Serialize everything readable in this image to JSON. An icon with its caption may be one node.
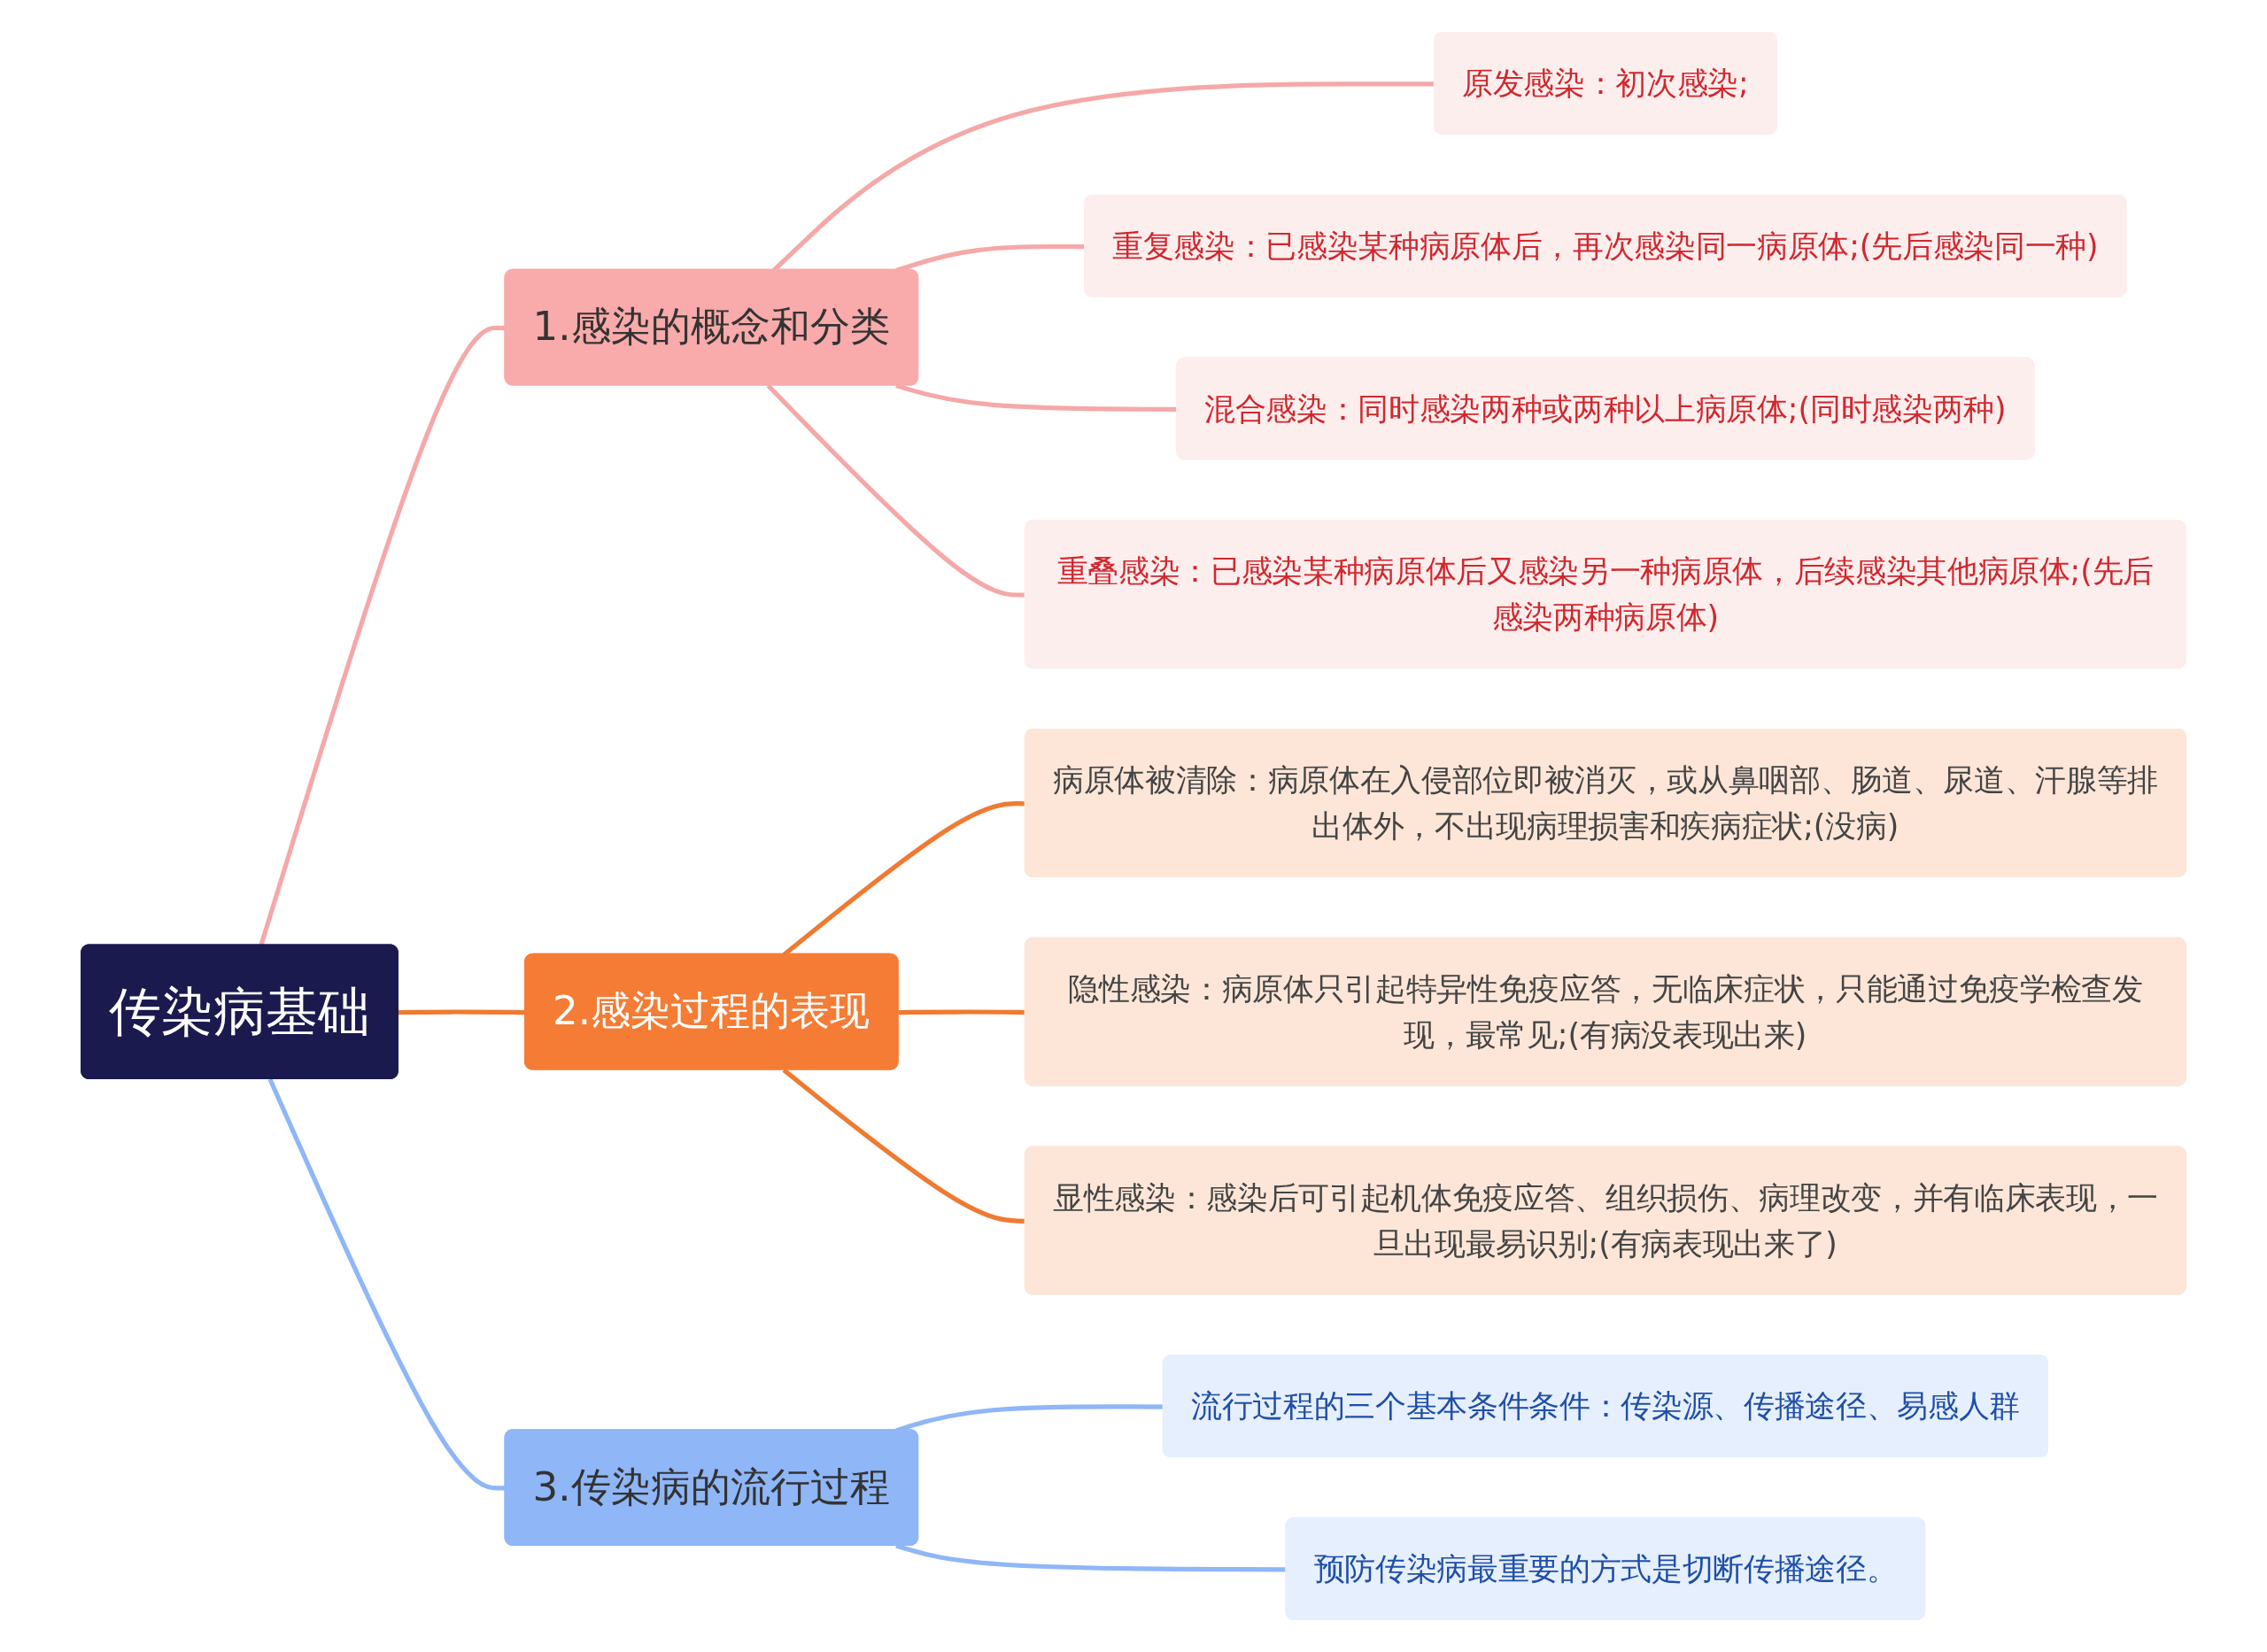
{
  "diagram": {
    "nodes": [
      {
        "text": [
          "传染病基础"
        ]
      },
      {
        "text": [
          "1.感染的概念和分类"
        ]
      },
      {
        "text": [
          "原发感染：初次感染;"
        ]
      },
      {
        "text": [
          "重复感染：已感染某种病原体后，再次感染同一病原体;(先后感染同一种)"
        ]
      },
      {
        "text": [
          "混合感染：同时感染两种或两种以上病原体;(同时感染两种)"
        ]
      },
      {
        "text": [
          "重叠感染：已感染某种病原体后又感染另一种病原体，后续感染其他病原体;(先后感染两种病原体)"
        ]
      },
      {
        "text": [
          "2.感染过程的表现"
        ]
      },
      {
        "text": [
          "病原体被清除：病原体在入侵部位即被消灭，或从鼻咽部、肠道、尿道、汗腺等排出体外，不出现病理损害和疾病症状;(没病)"
        ]
      },
      {
        "text": [
          "隐性感染：病原体只引起特异性免疫应答，无临床症状，只能通过免疫学检查发现，最常见;(有病没表现出来)"
        ]
      },
      {
        "text": [
          "显性感染：感染后可引起机体免疫应答、组织损伤、病理改变，并有临床表现，一旦出现最易识别;(有病表现出来了)"
        ]
      },
      {
        "text": [
          "3.传染病的流行过程"
        ]
      },
      {
        "text": [
          "流行过程的三个基本条件条件：传染源、传播途径、易感人群"
        ]
      },
      {
        "text": [
          "预防传染病最重要的方式是切断传播途径。"
        ]
      }
    ],
    "edges": [
      {
        "from": 0,
        "to": 1,
        "arrow": "none",
        "color": "#f5a8a8"
      },
      {
        "from": 1,
        "to": 2,
        "arrow": "none",
        "color": "#f5a8a8"
      },
      {
        "from": 1,
        "to": 3,
        "arrow": "none",
        "color": "#f5a8a8"
      },
      {
        "from": 1,
        "to": 4,
        "arrow": "none",
        "color": "#f5a8a8"
      },
      {
        "from": 1,
        "to": 5,
        "arrow": "none",
        "color": "#f5a8a8"
      },
      {
        "from": 0,
        "to": 6,
        "arrow": "none",
        "color": "#ef7a32"
      },
      {
        "from": 6,
        "to": 7,
        "arrow": "none",
        "color": "#ef7a32"
      },
      {
        "from": 6,
        "to": 8,
        "arrow": "none",
        "color": "#ef7a32"
      },
      {
        "from": 6,
        "to": 9,
        "arrow": "none",
        "color": "#ef7a32"
      },
      {
        "from": 0,
        "to": 10,
        "arrow": "none",
        "color": "#8fb6f7"
      },
      {
        "from": 10,
        "to": 11,
        "arrow": "none",
        "color": "#8fb6f7"
      },
      {
        "from": 10,
        "to": 12,
        "arrow": "none",
        "color": "#8fb6f7"
      }
    ]
  }
}
